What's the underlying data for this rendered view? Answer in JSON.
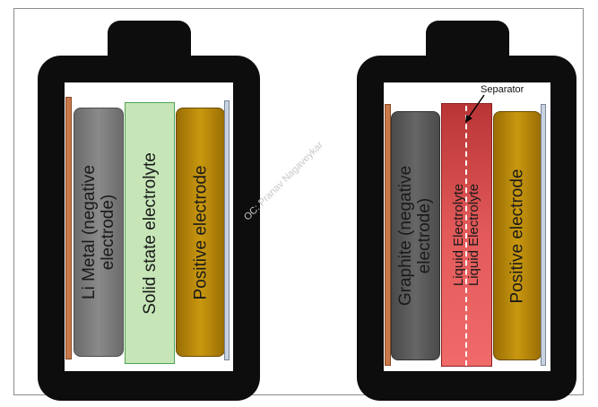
{
  "left_cell": {
    "negative_electrode": "Li Metal (negative\nelectrode)",
    "electrolyte": "Solid state electrolyte",
    "positive_electrode": "Positive electrode"
  },
  "right_cell": {
    "negative_electrode": "Graphite (negative\nelectrode)",
    "electrolyte_a": "Liquid Electrolyte",
    "electrolyte_b": "Liquid Electrolyte",
    "positive_electrode": "Positive electrode",
    "separator_label": "Separator"
  },
  "watermark": "OC: Pranav Nagaveykar",
  "colors": {
    "battery": "#0d0d0d",
    "negative": "#7a7a7a",
    "solid_electrolyte": "#c6e6b8",
    "positive": "#b8860b",
    "liquid_electrolyte": "#e35a5a",
    "copper_collector": "#c9784a",
    "aluminum_collector": "#c9d2e0"
  }
}
